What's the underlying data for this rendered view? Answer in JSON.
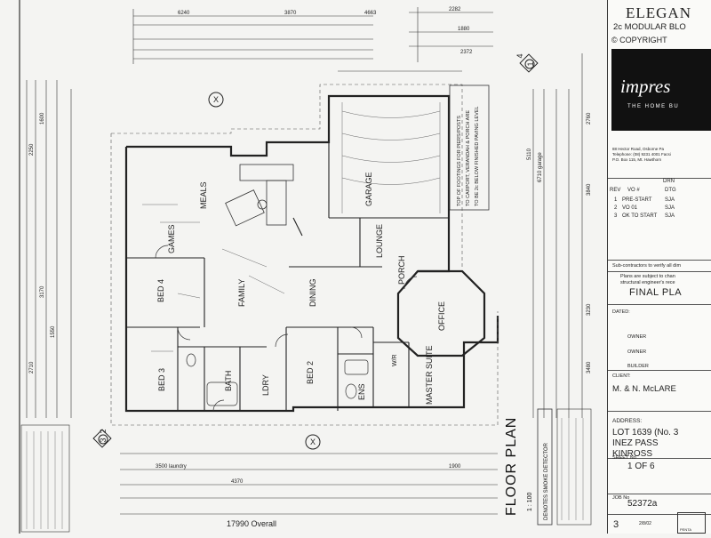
{
  "title_block": {
    "brand": "ELEGAN",
    "subtitle": "2c MODULAR BLO",
    "copyright": "© COPYRIGHT",
    "logo_text": "impres",
    "logo_sub": "THE HOME BU",
    "address_lines": [
      "88 Hector Road, Osborne Pa",
      "Telephone: (08) 9231 4001 Facsi",
      "P.O. Box 115, Mt. Hawthorn"
    ],
    "drn_label": "DRN",
    "rev_headers": [
      "REV",
      "VO #",
      "DTG"
    ],
    "revisions": [
      {
        "rev": "1",
        "vo": "PRE-START",
        "by": "SJA"
      },
      {
        "rev": "2",
        "vo": "VO 01",
        "by": "SJA"
      },
      {
        "rev": "3",
        "vo": "OK TO START",
        "by": "SJA"
      }
    ],
    "subcontractors": "Sub-contractors to verify all dim",
    "plans_note_1": "Plans are subject to chan",
    "plans_note_2": "structural engineer's rece",
    "final_plan": "FINAL PLA",
    "dated_label": "DATED:",
    "owner_label_1": "OWNER",
    "owner_label_2": "OWNER",
    "builder_label": "BUILDER",
    "client_label": "CLIENT:",
    "client": "M. & N. McLARE",
    "address_label": "ADDRESS:",
    "address_line1": "LOT 1639 (No. 3",
    "address_line2": "INEZ PASS",
    "address_line3": "KINROSS",
    "sheet_label": "SHEET No",
    "sheet": "1 OF 6",
    "job_label": "JOB No",
    "job_no": "52372a",
    "page": "3",
    "date": "2/8/02",
    "footer_brand": "PENTA"
  },
  "plan": {
    "title": "FLOOR PLAN",
    "scale": "1 : 100",
    "smoke_note": "DENOTES SMOKE DETECTOR",
    "footing_note": [
      "TOP OF FOOTINGS FOR PIERS/POSTS",
      "TO CARPORT, VERANDAH & PORCH ARE",
      "TO BE 2c BELOW FINISHED PAVING LEVEL"
    ],
    "rooms": {
      "meals": "MEALS",
      "games": "GAMES",
      "family": "FAMILY",
      "bed4": "BED 4",
      "bed3": "BED 3",
      "bed2": "BED 2",
      "dining": "DINING",
      "lounge": "LOUNGE",
      "garage": "GARAGE",
      "office": "OFFICE",
      "porch": "PORCH",
      "master_suite": "MASTER SUITE",
      "bath": "BATH",
      "ldry": "LDRY",
      "ens": "ENS",
      "wir": "W/R"
    },
    "overall": "17990 Overall",
    "dims_top": [
      "6240",
      "3870",
      "4663",
      "2282",
      "1880",
      "2372"
    ],
    "dims_left": [
      "2250",
      "1600",
      "3170",
      "1550",
      "2710"
    ],
    "dims_bottom": [
      "3500 laundry",
      "4370",
      "1900"
    ],
    "dims_right": [
      "6710 garage",
      "5110",
      "3840",
      "2760",
      "3230",
      "3480"
    ],
    "markers": [
      "X",
      "X",
      "4",
      "1",
      "2",
      "3"
    ]
  }
}
